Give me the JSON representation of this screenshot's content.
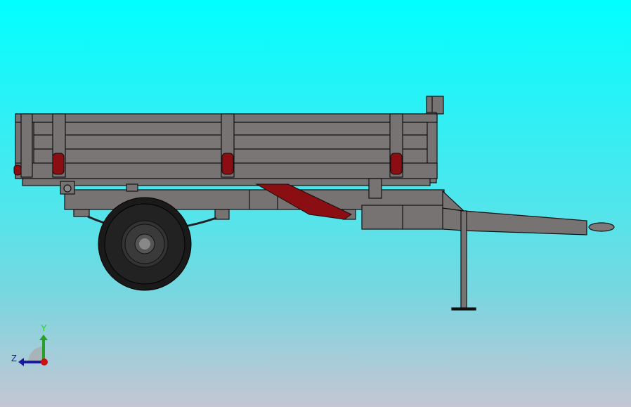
{
  "viewport": {
    "type": "3d-cad-viewport",
    "model": "tipping-trailer",
    "view": "side",
    "background_top": "#00ffff",
    "background_bottom": "#c4c6d4",
    "colors": {
      "body": "#777372",
      "edge": "#111111",
      "accent": "#8b0e12",
      "tire": "#1a1a1a"
    }
  },
  "triad": {
    "y_label": "Y",
    "z_label": "Z",
    "y_color": "#2aa02a",
    "z_color": "#1a1aa0",
    "x_color": "#cc1111"
  }
}
